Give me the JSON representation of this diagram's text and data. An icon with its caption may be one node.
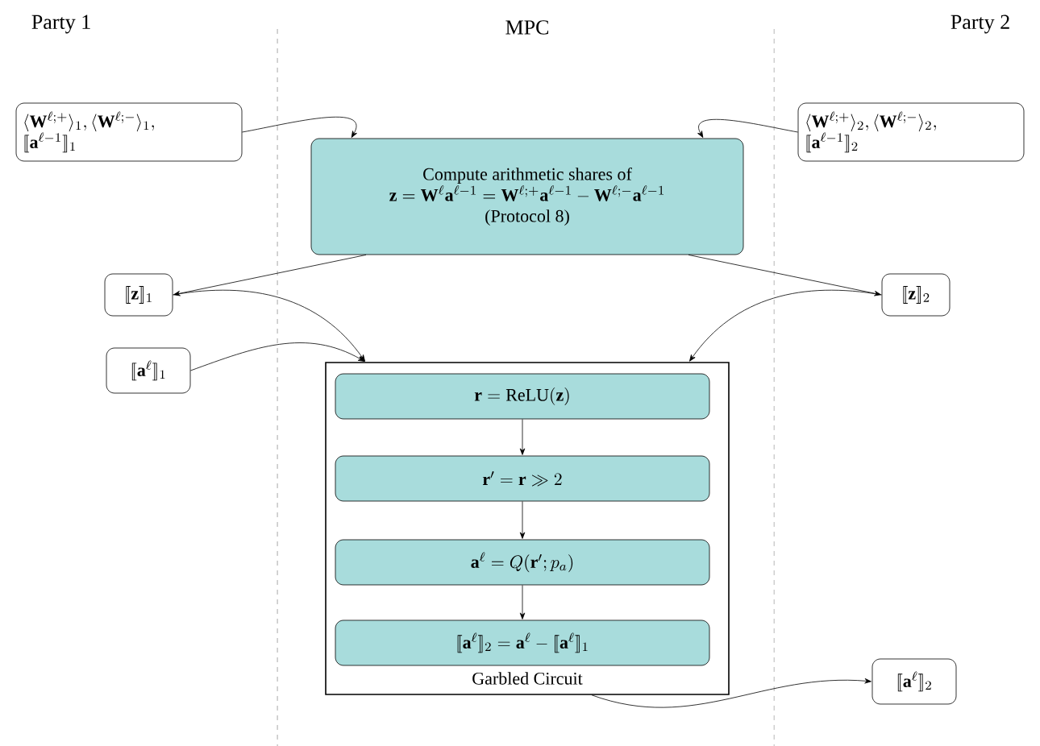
{
  "diagram": {
    "nodes": [
      {
        "text": [
          "\\langle \\mathbf{W}^{\\ell;+}\\rangle_1, \\langle \\mathbf{W}^{\\ell;-}\\rangle_1,",
          "[\\![\\mathbf{a}^{\\ell-1}]\\!]_1"
        ]
      },
      {
        "text": [
          "\\langle \\mathbf{W}^{\\ell;+}\\rangle_2, \\langle \\mathbf{W}^{\\ell;-}\\rangle_2,",
          "[\\![\\mathbf{a}^{\\ell-1}]\\!]_2"
        ]
      },
      {
        "text": [
          "Compute arithmetic shares of",
          "\\mathbf{z} = \\mathbf{W}^{\\ell}\\mathbf{a}^{\\ell-1} = \\mathbf{W}^{\\ell;+}\\mathbf{a}^{\\ell-1} - \\mathbf{W}^{\\ell;-}\\mathbf{a}^{\\ell-1}",
          "(Protocol 8)"
        ]
      },
      {
        "text": [
          "[\\![\\mathbf{z}]\\!]_1"
        ]
      },
      {
        "text": [
          "[\\![\\mathbf{z}]\\!]_2"
        ]
      },
      {
        "text": [
          "[\\![\\mathbf{a}^{\\ell}]\\!]_1"
        ]
      },
      {
        "text": [
          "Garbled Circuit"
        ]
      },
      {
        "text": [
          "\\mathbf{r} = \\mathrm{ReLU}(\\mathbf{z})"
        ],
        "in": 6
      },
      {
        "text": [
          "\\mathbf{r}' = \\mathbf{r} \\gg 2"
        ],
        "in": 6
      },
      {
        "text": [
          "\\mathbf{a}^{\\ell} = Q(\\mathbf{r}'; p_a)"
        ],
        "in": 6
      },
      {
        "text": [
          "[\\![\\mathbf{a}^{\\ell}]\\!]_2 = \\mathbf{a}^{\\ell} - [\\![\\mathbf{a}^{\\ell}]\\!]_1"
        ],
        "in": 6
      },
      {
        "text": [
          "[\\![\\mathbf{a}^{\\ell}]\\!]_2"
        ]
      }
    ],
    "edges": [
      {
        "from": 0,
        "to": 2,
        "arrow": "to"
      },
      {
        "from": 1,
        "to": 2,
        "arrow": "to"
      },
      {
        "from": 2,
        "to": 3,
        "arrow": "to"
      },
      {
        "from": 2,
        "to": 4,
        "arrow": "to"
      },
      {
        "from": 3,
        "to": 6,
        "arrow": "to"
      },
      {
        "from": 5,
        "to": 6,
        "arrow": "to"
      },
      {
        "from": 4,
        "to": 6,
        "arrow": "to"
      },
      {
        "from": 7,
        "to": 8,
        "arrow": "to"
      },
      {
        "from": 8,
        "to": 9,
        "arrow": "to"
      },
      {
        "from": 9,
        "to": 10,
        "arrow": "to"
      },
      {
        "from": 6,
        "to": 11,
        "arrow": "to"
      }
    ],
    "labels": [
      "Party 1",
      "MPC",
      "Party 2"
    ]
  }
}
